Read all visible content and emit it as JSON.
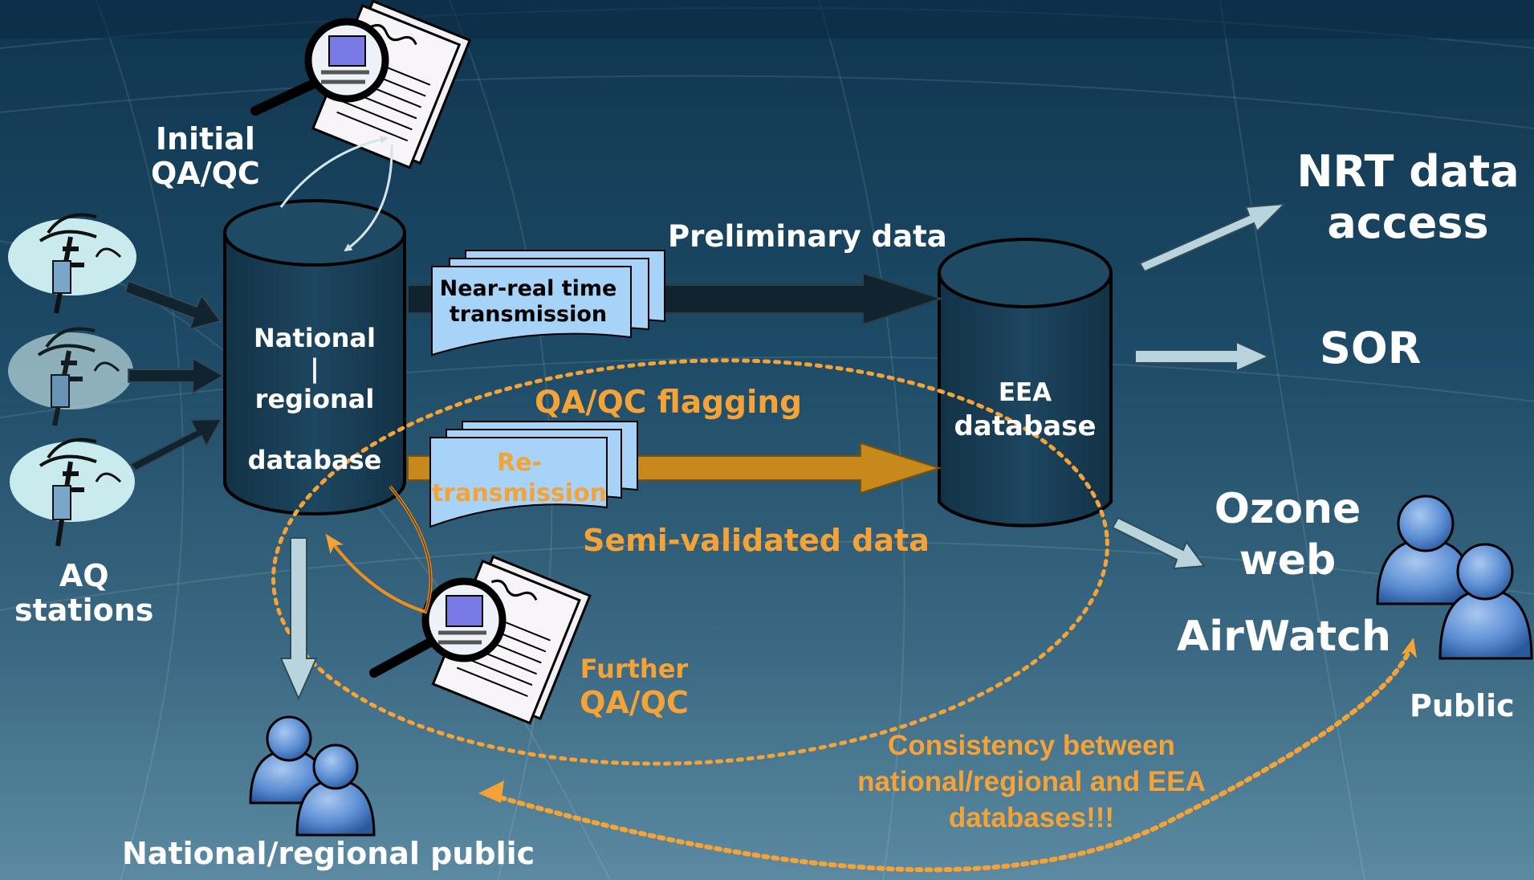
{
  "colors": {
    "background_top": "#0f3550",
    "background_bottom": "#5b8aa2",
    "text_white": "#ffffff",
    "text_orange": "#f5a236",
    "arrow_dark": "#10232f",
    "arrow_orange": "#c8891c",
    "arrow_light": "#b9d4dc",
    "doc_fill": "#a6d3f7",
    "person_blue": "#5c8ed4"
  },
  "icons": [
    "document-magnifier-icon",
    "aq-station-icon",
    "database-cylinder-icon",
    "people-icon"
  ],
  "labels": {
    "initial_qaqc": [
      "Initial",
      "QA/QC"
    ],
    "aq_stations": [
      "AQ",
      "stations"
    ],
    "national_db": [
      "National",
      "|",
      "regional",
      "",
      "database"
    ],
    "near_real_time": [
      "Near-real time",
      "transmission"
    ],
    "preliminary_data": "Preliminary data",
    "qaqc_flagging": "QA/QC flagging",
    "retransmission": [
      "Re-",
      "transmission"
    ],
    "semi_validated": "Semi-validated data",
    "eea_db": [
      "EEA",
      "database"
    ],
    "nrt_access": [
      "NRT data",
      "access"
    ],
    "sor": "SOR",
    "ozone_web": [
      "Ozone",
      "web"
    ],
    "airwatch": "AirWatch",
    "public": "Public",
    "further_qaqc": [
      "Further",
      "QA/QC"
    ],
    "consistency": [
      "Consistency between",
      "national/regional  and EEA",
      "databases!!!"
    ],
    "national_public": "National/regional public"
  }
}
